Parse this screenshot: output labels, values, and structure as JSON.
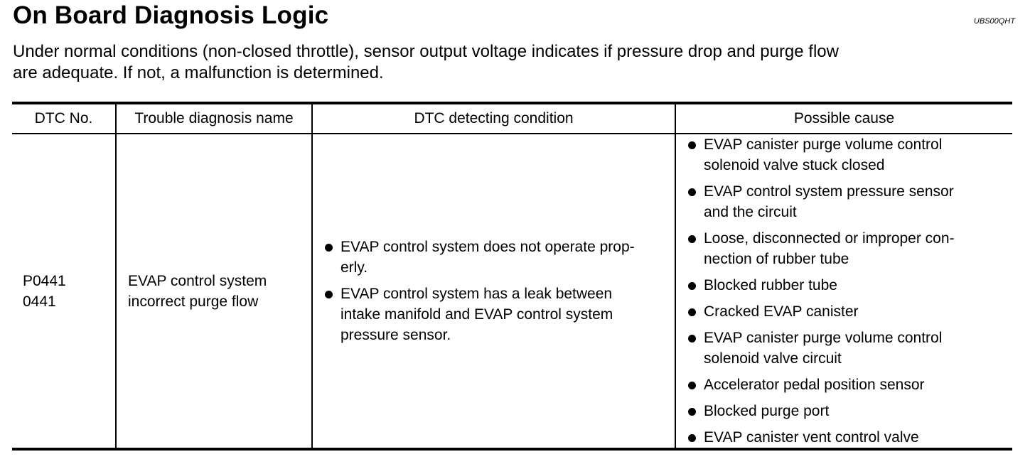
{
  "title": "On Board Diagnosis Logic",
  "doc_code": "UBS00QHT",
  "intro_lines": [
    "Under normal conditions (non-closed throttle), sensor output voltage indicates if pressure drop and purge flow",
    "are adequate. If not, a malfunction is determined."
  ],
  "table": {
    "headers": [
      "DTC No.",
      "Trouble diagnosis name",
      "DTC detecting condition",
      "Possible cause"
    ],
    "row": {
      "dtc_lines": [
        "P0441",
        "0441"
      ],
      "name_lines": [
        "EVAP control system",
        "incorrect purge flow"
      ],
      "conditions": [
        [
          "EVAP control system does not operate prop-",
          "erly."
        ],
        [
          "EVAP control system has a leak between",
          "intake manifold and EVAP control system",
          "pressure sensor."
        ]
      ],
      "causes": [
        [
          "EVAP canister purge volume control",
          "solenoid valve stuck closed"
        ],
        [
          "EVAP control system pressure sensor",
          "and the circuit"
        ],
        [
          "Loose, disconnected or improper con-",
          "nection of rubber tube"
        ],
        [
          "Blocked rubber tube"
        ],
        [
          "Cracked EVAP canister"
        ],
        [
          "EVAP canister purge volume control",
          "solenoid valve circuit"
        ],
        [
          "Accelerator pedal position sensor"
        ],
        [
          "Blocked purge port"
        ],
        [
          "EVAP canister vent control valve"
        ]
      ]
    }
  }
}
